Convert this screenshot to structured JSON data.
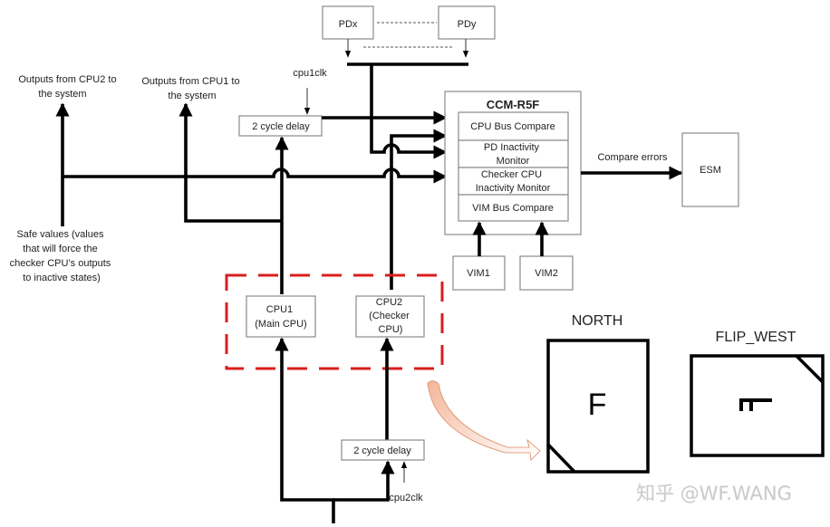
{
  "diagram": {
    "top_blocks": {
      "pdx": "PDx",
      "pdy": "PDy"
    },
    "clocks": {
      "cpu1clk": "cpu1clk",
      "cpu2clk": "cpu2clk"
    },
    "delays": {
      "delay1": "2 cycle delay",
      "delay2": "2 cycle delay"
    },
    "outputs": {
      "cpu2": [
        "Outputs from CPU2 to",
        "the system"
      ],
      "cpu1": [
        "Outputs from CPU1 to",
        "the system"
      ]
    },
    "safe_values": [
      "Safe values (values",
      "that will force the",
      "checker CPU’s outputs",
      "to inactive states)"
    ],
    "ccm": {
      "title": "CCM-R5F",
      "rows": [
        [
          "CPU Bus Compare"
        ],
        [
          "PD Inactivity",
          "Monitor"
        ],
        [
          "Checker CPU",
          "Inactivity Monitor"
        ],
        [
          "VIM Bus Compare"
        ]
      ]
    },
    "compare_errors": "Compare errors",
    "esm": "ESM",
    "vim": {
      "vim1": "VIM1",
      "vim2": "VIM2"
    },
    "cpus": {
      "cpu1": [
        "CPU1",
        "(Main CPU)"
      ],
      "cpu2": [
        "CPU2",
        "(Checker",
        "CPU)"
      ]
    },
    "orientation": {
      "north": {
        "label": "NORTH",
        "glyph": "F"
      },
      "flip_west": {
        "label": "FLIP_WEST",
        "glyph": "Π"
      }
    },
    "watermark": "知乎 @WF.WANG",
    "colors": {
      "highlight_dash": "#d81e1e",
      "curved_arrow": "#e8a27f"
    }
  }
}
